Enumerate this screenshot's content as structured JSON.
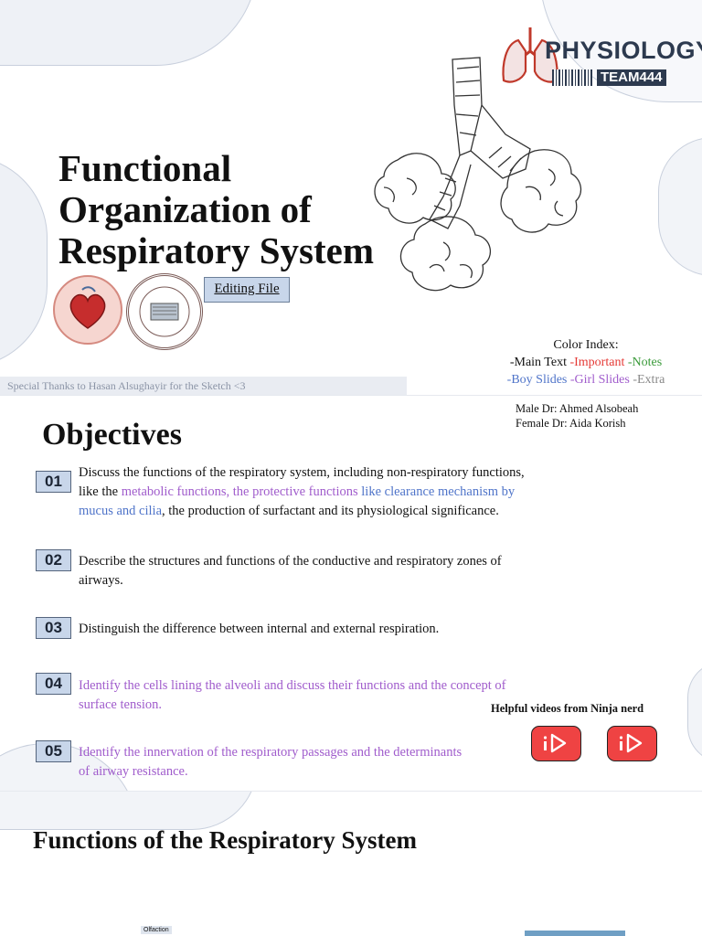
{
  "page1": {
    "title_lines": [
      "Functional",
      "Organization of",
      "Respiratory System"
    ],
    "editing_file": "Editing File",
    "credit": "Special Thanks to Hasan Alsughayir for the Sketch <3",
    "logo_physiology": "PHYSIOLOGY",
    "logo_team": "TEAM444",
    "color_index": {
      "heading": "Color Index:",
      "main_text": "-Main Text",
      "important": "-Important",
      "notes": "-Notes",
      "boy_slides": "-Boy Slides",
      "girl_slides": "-Girl Slides",
      "extra": "-Extra",
      "colors": {
        "main": "#111111",
        "important": "#e53935",
        "notes": "#3a9a3a",
        "boy": "#4f74c9",
        "girl": "#a05ccc",
        "extra": "#888888"
      }
    },
    "doctors": {
      "male": "Male Dr: Ahmed Alsobeah",
      "female": "Female Dr: Aida Korish"
    }
  },
  "page2": {
    "heading": "Objectives",
    "objectives": [
      {
        "num": "01",
        "parts": [
          {
            "t": "Discuss the functions of the respiratory system, including non-respiratory functions, like the ",
            "c": "main"
          },
          {
            "t": "metabolic functions, the protective functions",
            "c": "girl"
          },
          {
            "t": " like clearance mechanism by mucus and cilia",
            "c": "boy"
          },
          {
            "t": ", the production of surfactant and its physiological significance.",
            "c": "main"
          }
        ]
      },
      {
        "num": "02",
        "parts": [
          {
            "t": "Describe the structures and functions of the conductive and respiratory zones of airways.",
            "c": "main"
          }
        ]
      },
      {
        "num": "03",
        "parts": [
          {
            "t": "Distinguish the difference between internal and external respiration.",
            "c": "main"
          }
        ]
      },
      {
        "num": "04",
        "parts": [
          {
            "t": " Identify the cells lining the alveoli and discuss their functions and the concept of surface tension.",
            "c": "girl"
          }
        ]
      },
      {
        "num": "05",
        "parts": [
          {
            "t": "Identify the innervation of the respiratory passages and the determinants of airway resistance.",
            "c": "girl"
          }
        ]
      }
    ],
    "helpful": "Helpful videos from Ninja nerd"
  },
  "page3": {
    "heading": "Functions of the Respiratory System",
    "olfaction": "Olfaction"
  }
}
